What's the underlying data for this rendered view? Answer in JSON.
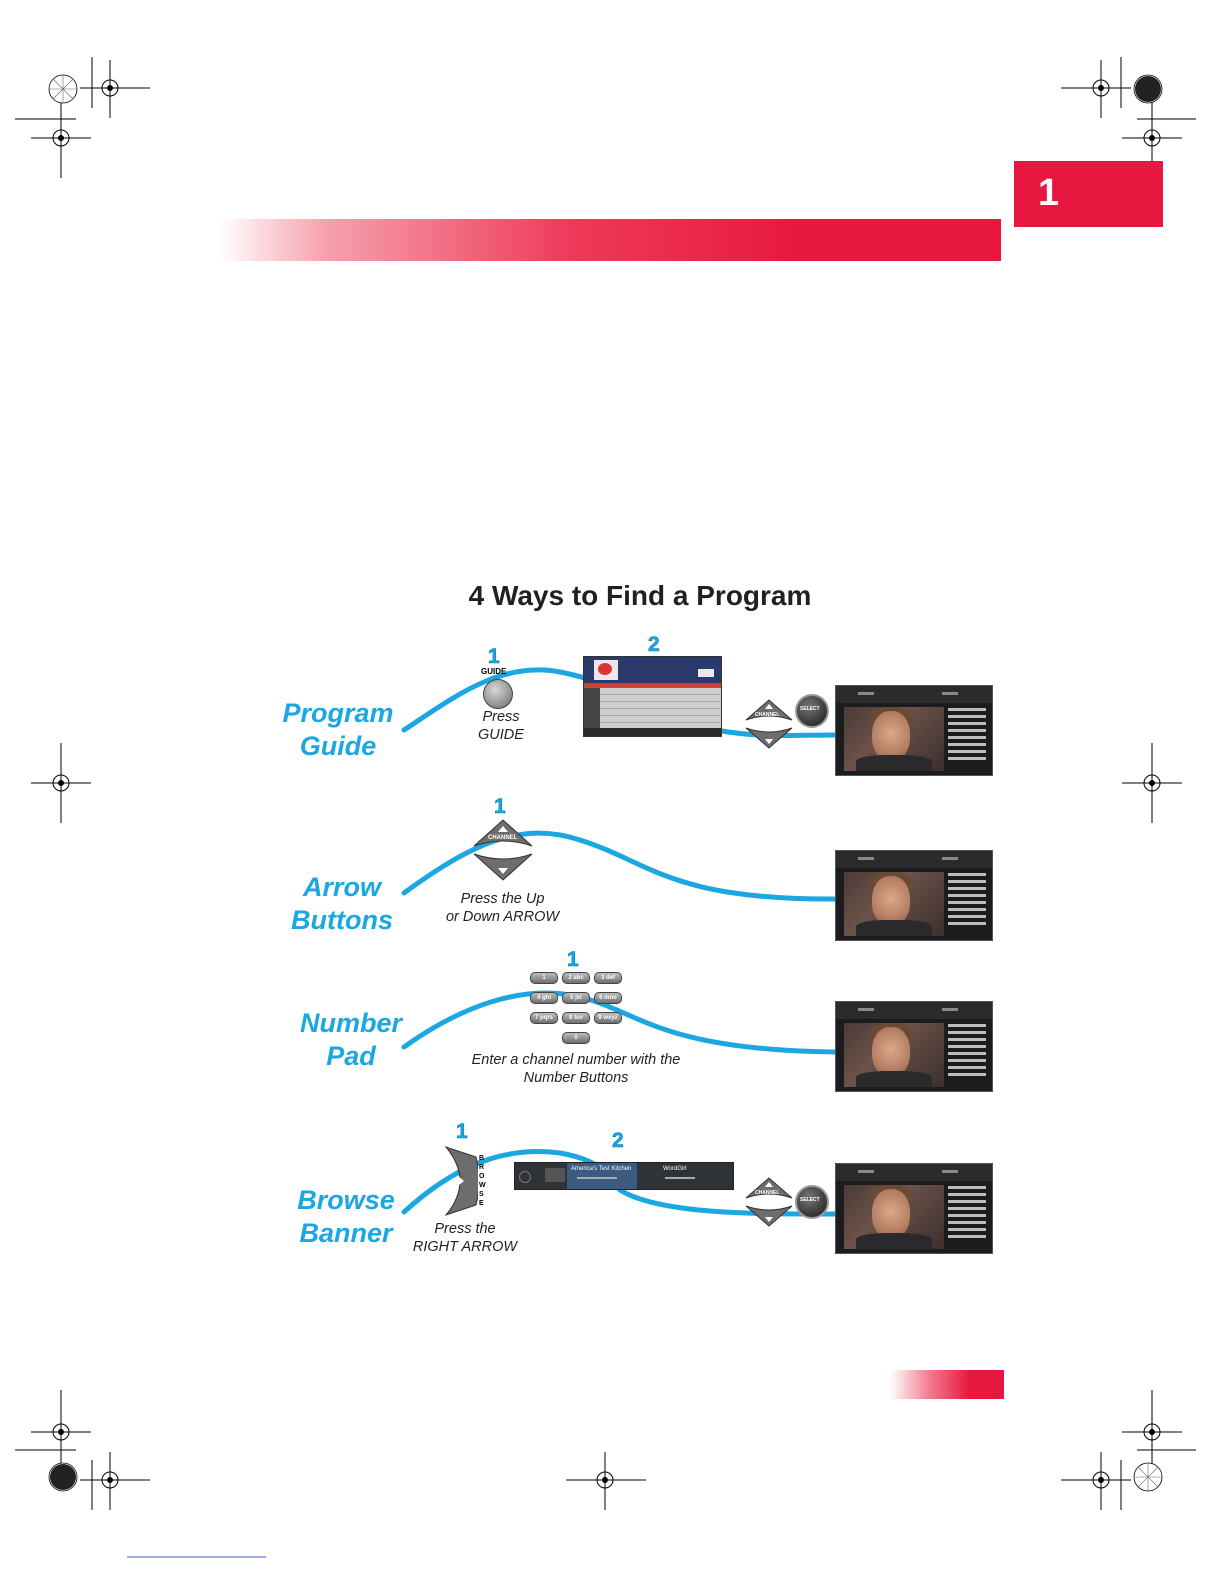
{
  "chapter": {
    "number": "1"
  },
  "page": {
    "heading": "4 Ways to Find a Program"
  },
  "colors": {
    "brand_red": "#e8173f",
    "accent_blue": "#1ba7e1",
    "text": "#231f20"
  },
  "ways": [
    {
      "title": [
        "Program",
        "Guide"
      ],
      "steps": [
        {
          "number": "1",
          "button_label": "GUIDE",
          "caption": [
            "Press",
            "GUIDE"
          ]
        },
        {
          "number": "2"
        }
      ],
      "remote_buttons": {
        "channel": "CHANNEL",
        "select": "SELECT"
      }
    },
    {
      "title": [
        "Arrow",
        "Buttons"
      ],
      "steps": [
        {
          "number": "1",
          "caption": [
            "Press the Up",
            "or Down ARROW"
          ]
        }
      ],
      "remote_buttons": {
        "channel": "CHANNEL"
      }
    },
    {
      "title": [
        "Number",
        "Pad"
      ],
      "steps": [
        {
          "number": "1",
          "caption": [
            "Enter a channel number with the",
            "Number Buttons"
          ]
        }
      ],
      "keypad": [
        "1",
        "2 abc",
        "3 def",
        "4 ghi",
        "5 jkl",
        "6 mno",
        "7 pqrs",
        "8 tuv",
        "9 wxyz",
        "0"
      ]
    },
    {
      "title": [
        "Browse",
        "Banner"
      ],
      "steps": [
        {
          "number": "1",
          "button_label": "BROWSE",
          "caption": [
            "Press the",
            "RIGHT ARROW"
          ]
        },
        {
          "number": "2"
        }
      ],
      "banner": {
        "program": "America's Test Kitchen",
        "next": "WordGirl"
      },
      "remote_buttons": {
        "channel": "CHANNEL",
        "select": "SELECT"
      }
    }
  ]
}
